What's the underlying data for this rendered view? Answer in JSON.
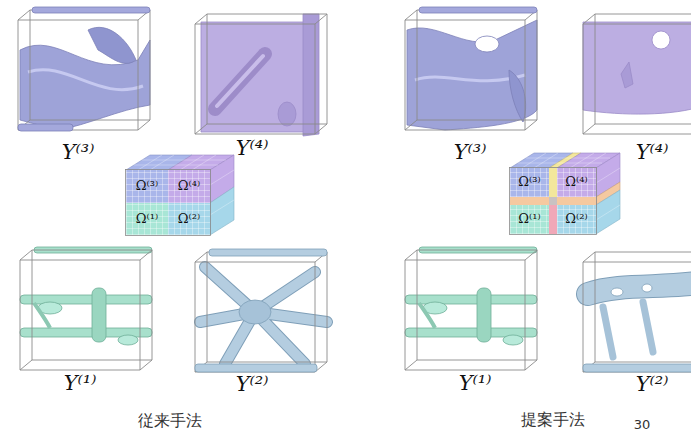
{
  "diagram": {
    "nodes": [
      {
        "text": [
          "Ω⁽³⁾"
        ]
      },
      {
        "text": [
          "Ω⁽⁴⁾"
        ]
      },
      {
        "text": [
          "Ω⁽¹⁾"
        ]
      },
      {
        "text": [
          "Ω⁽²⁾"
        ]
      },
      {
        "text": [
          "Ω⁽³⁾"
        ]
      },
      {
        "text": [
          "Ω⁽⁴⁾"
        ]
      },
      {
        "text": [
          "Ω⁽¹⁾"
        ]
      },
      {
        "text": [
          "Ω⁽²⁾"
        ]
      }
    ],
    "labels": [
      "Y⁽³⁾",
      "Y⁽⁴⁾",
      "Y⁽³⁾",
      "Y⁽⁴⁾",
      "Y⁽¹⁾",
      "Y⁽²⁾",
      "Y⁽¹⁾",
      "Y⁽²⁾",
      "従来手法",
      "提案手法",
      "30"
    ]
  }
}
